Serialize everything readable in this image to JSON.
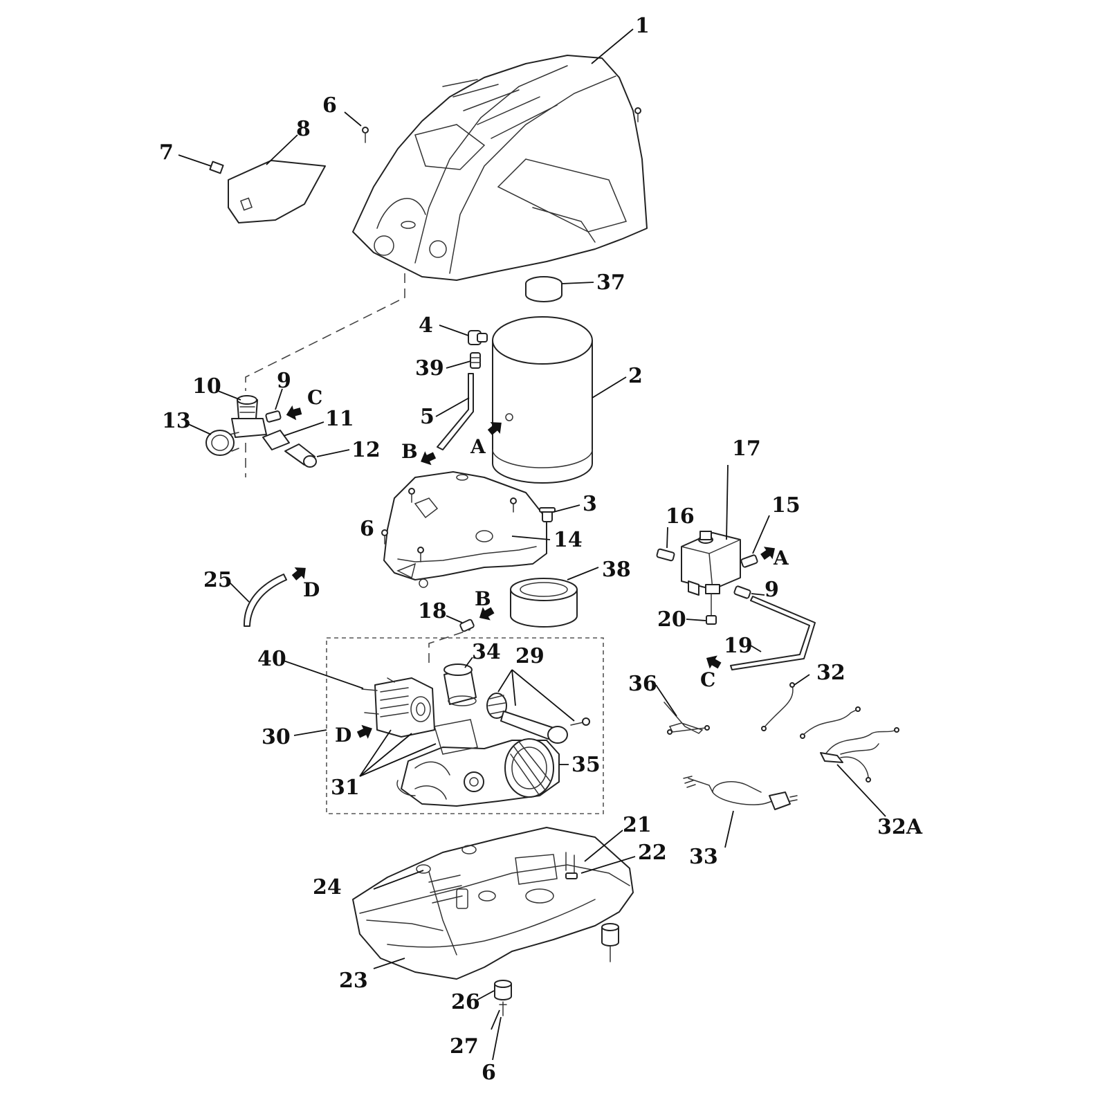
{
  "callouts": {
    "c1": "1",
    "c2": "2",
    "c3": "3",
    "c4": "4",
    "c5": "5",
    "c6a": "6",
    "c6b": "6",
    "c6c": "6",
    "c7": "7",
    "c8": "8",
    "c9a": "9",
    "c9b": "9",
    "c10": "10",
    "c11": "11",
    "c12": "12",
    "c13": "13",
    "c14": "14",
    "c15": "15",
    "c16": "16",
    "c17": "17",
    "c18": "18",
    "c19": "19",
    "c20": "20",
    "c21": "21",
    "c22": "22",
    "c23": "23",
    "c24": "24",
    "c25": "25",
    "c26": "26",
    "c27": "27",
    "c29": "29",
    "c30": "30",
    "c31": "31",
    "c32": "32",
    "c32A": "32A",
    "c33": "33",
    "c34": "34",
    "c35": "35",
    "c36": "36",
    "c37": "37",
    "c38": "38",
    "c39": "39",
    "c40": "40"
  },
  "connection_markers": {
    "A_tank": "A",
    "A_switch": "A",
    "B_tube": "B",
    "B_pump": "B",
    "C_regulator": "C",
    "C_tube": "C",
    "D_hose": "D",
    "D_pump": "D"
  }
}
